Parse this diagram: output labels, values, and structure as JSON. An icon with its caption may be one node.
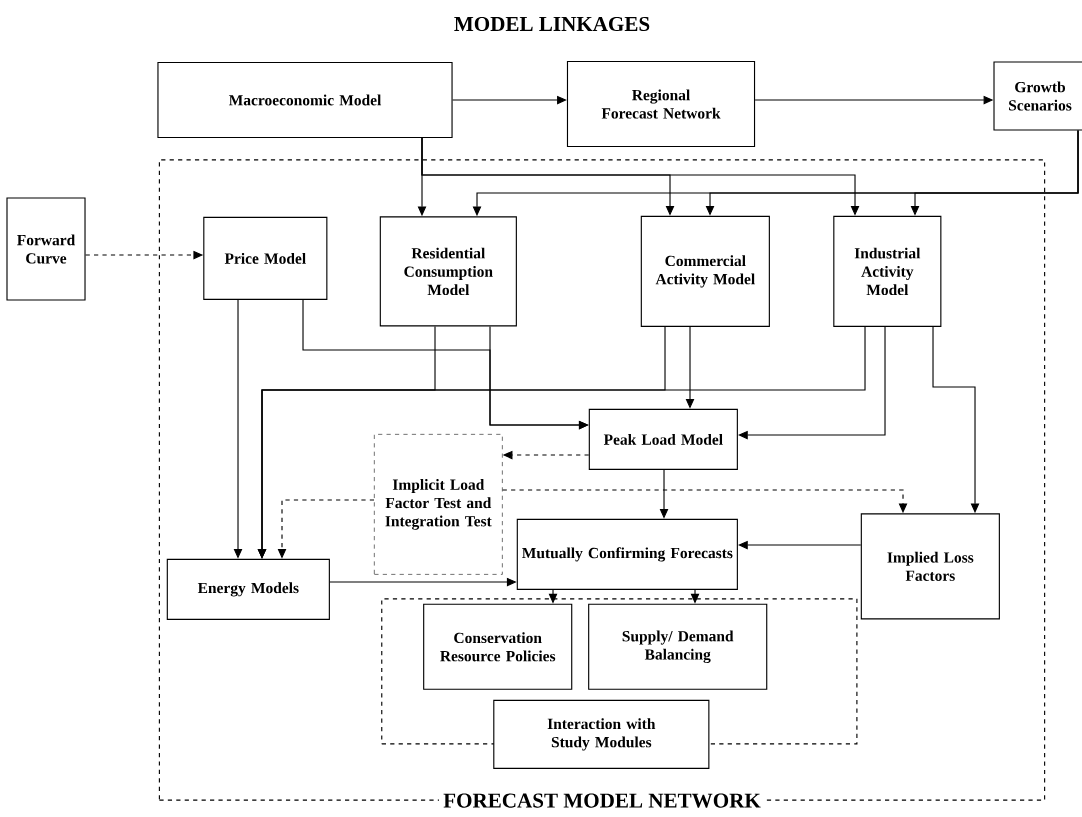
{
  "diagram": {
    "title": "MODEL LINKAGES",
    "nodes": [
      {
        "text": [
          "Macroeconomic Model"
        ]
      },
      {
        "text": [
          "Regional Forecast Network"
        ]
      },
      {
        "text": [
          "Growtb Scenarios"
        ]
      },
      {
        "text": [
          "Forward Curve"
        ]
      },
      {
        "text": [
          "FORECAST MODEL NETWORK"
        ]
      },
      {
        "text": [
          "Price Model"
        ],
        "in": 4
      },
      {
        "text": [
          "Residential Consumption Model"
        ],
        "in": 4
      },
      {
        "text": [
          "Commercial Activity Model"
        ],
        "in": 4
      },
      {
        "text": [
          "Industrial Activity Model"
        ],
        "in": 4
      },
      {
        "text": [
          "Peak Load Model"
        ],
        "in": 4
      },
      {
        "text": [
          "Implicit Load Factor Test and Integration Test"
        ],
        "in": 4
      },
      {
        "text": [
          "Mutually Confirming Forecasts"
        ],
        "in": 4
      },
      {
        "text": [
          "Implied Loss Factors"
        ],
        "in": 4
      },
      {
        "text": [
          "Energy Models"
        ],
        "in": 4
      },
      {
        "text": [],
        "shape": "box",
        "in": 4
      },
      {
        "text": [
          "Conservation Resource Policies"
        ],
        "in": 14
      },
      {
        "text": [
          "Supply/ Demand Balancing"
        ],
        "in": 14
      },
      {
        "text": [
          "Interaction with Study Modules"
        ],
        "in": 4
      }
    ],
    "edges": [
      {
        "from": 0,
        "to": 1,
        "arrow": "to"
      },
      {
        "from": 1,
        "to": 2,
        "arrow": "to"
      },
      {
        "from": 3,
        "to": 5,
        "arrow": "to",
        "style": "dashed"
      },
      {
        "from": 0,
        "to": 6,
        "arrow": "to"
      },
      {
        "from": 0,
        "to": 7,
        "arrow": "to"
      },
      {
        "from": 0,
        "to": 8,
        "arrow": "to"
      },
      {
        "from": 2,
        "to": 6,
        "arrow": "to"
      },
      {
        "from": 2,
        "to": 7,
        "arrow": "to"
      },
      {
        "from": 2,
        "to": 8,
        "arrow": "to"
      },
      {
        "from": 5,
        "to": 13,
        "arrow": "to"
      },
      {
        "from": 5,
        "to": 9,
        "arrow": "to"
      },
      {
        "from": 6,
        "to": 9,
        "arrow": "to"
      },
      {
        "from": 7,
        "to": 9,
        "arrow": "to"
      },
      {
        "from": 8,
        "to": 9,
        "arrow": "to"
      },
      {
        "from": 6,
        "to": 13,
        "arrow": "to"
      },
      {
        "from": 7,
        "to": 13,
        "arrow": "to"
      },
      {
        "from": 8,
        "to": 13,
        "arrow": "to"
      },
      {
        "from": 8,
        "to": 12,
        "arrow": "to"
      },
      {
        "from": 9,
        "to": 10,
        "arrow": "to",
        "style": "dashed"
      },
      {
        "from": 9,
        "to": 11,
        "arrow": "to"
      },
      {
        "from": 10,
        "to": 12,
        "arrow": "to",
        "style": "dashed"
      },
      {
        "from": 10,
        "to": 13,
        "arrow": "to",
        "style": "dashed"
      },
      {
        "from": 12,
        "to": 11,
        "arrow": "to"
      },
      {
        "from": 13,
        "to": 11,
        "arrow": "to"
      },
      {
        "from": 11,
        "to": 15,
        "arrow": "to"
      },
      {
        "from": 11,
        "to": 16,
        "arrow": "to"
      }
    ]
  }
}
